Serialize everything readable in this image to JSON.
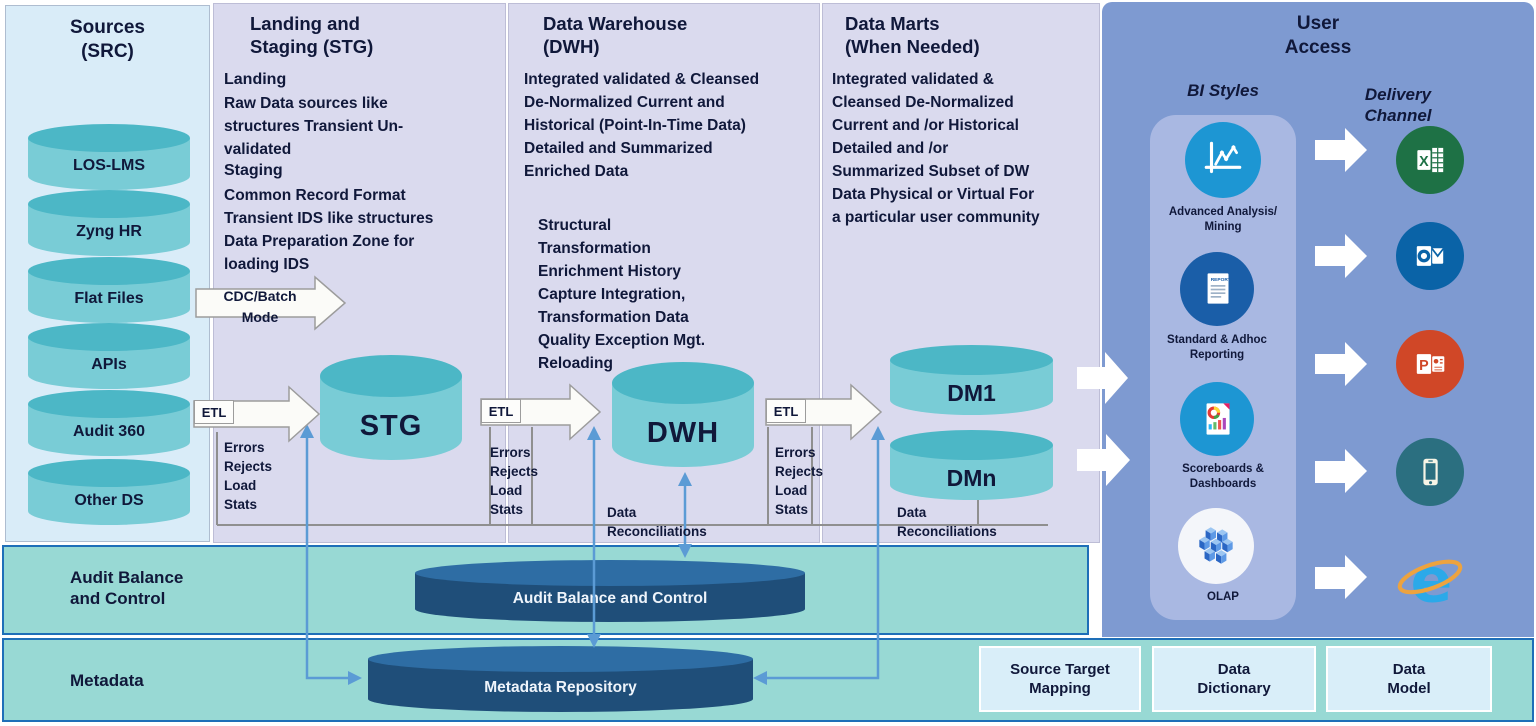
{
  "diagram": {
    "sources": {
      "title": "Sources\n(SRC)",
      "items": [
        "LOS-LMS",
        "Zyng HR",
        "Flat Files",
        "APIs",
        "Audit 360",
        "Other DS"
      ]
    },
    "stg": {
      "title": "Landing and\nStaging (STG)",
      "landing_h": "Landing",
      "landing_p": "Raw Data sources like\nstructures Transient Un-\nvalidated",
      "staging_h": "Staging",
      "staging_p": "Common Record Format\nTransient IDS like structures\nData Preparation Zone for\nloading IDS",
      "cyl": "STG"
    },
    "dwh": {
      "title": "Data Warehouse\n(DWH)",
      "p1": "Integrated validated & Cleansed\nDe-Normalized Current and\nHistorical (Point-In-Time Data)\nDetailed and Summarized\nEnriched Data",
      "p2": "Structural\nTransformation\nEnrichment History\nCapture Integration,\nTransformation Data\nQuality Exception Mgt.\nReloading",
      "cyl": "DWH"
    },
    "dm": {
      "title": "Data Marts\n(When Needed)",
      "p": "Integrated validated &\nCleansed De-Normalized\nCurrent and /or Historical\nDetailed and /or\nSummarized Subset of DW\nData Physical or Virtual For\na particular user community",
      "cyl1": "DM1",
      "cyl2": "DMn"
    },
    "ua": {
      "title": "User\nAccess",
      "bi_h": "BI Styles",
      "dc_h": "Delivery\nChannel",
      "report_text": "REPORT",
      "bi": [
        {
          "label": "Advanced Analysis/\nMining",
          "icon": "line-chart-icon"
        },
        {
          "label": "Standard & Adhoc\nReporting",
          "icon": "report-document-icon"
        },
        {
          "label": "Scoreboards &\nDashboards",
          "icon": "dashboard-document-icon"
        },
        {
          "label": "OLAP",
          "icon": "olap-cube-icon"
        }
      ],
      "delivery_icons": [
        "excel-icon",
        "outlook-icon",
        "powerpoint-icon",
        "mobile-phone-icon",
        "internet-explorer-icon"
      ]
    },
    "flow": {
      "cdc": "CDC/Batch\nMode",
      "etl": "ETL",
      "errors": "Errors\nRejects\nLoad\nStats",
      "recon": "Data\nReconciliations"
    },
    "bands": {
      "abc_label": "Audit Balance\nand Control",
      "abc_cyl": "Audit Balance and Control",
      "meta_label": "Metadata",
      "meta_cyl": "Metadata Repository",
      "boxes": [
        "Source Target\nMapping",
        "Data\nDictionary",
        "Data\nModel"
      ]
    },
    "colors": {
      "source_panel": "#d9ecf8",
      "lavender_panel": "#dadaee",
      "user_panel": "#7e9ad1",
      "bi_container": "#a9b8e2",
      "teal_band": "#98d9d4",
      "band_border": "#1e6fb8",
      "cylinder_body": "#79ccd6",
      "cylinder_top": "#4cb7c6",
      "dark_disk_body": "#1f4e79",
      "dark_disk_top": "#2e6da4",
      "connector_blue": "#5b9bd5",
      "connector_gray": "#8f8f8f",
      "text_navy": "#10183a",
      "excel_green": "#1e7145",
      "outlook_blue": "#0a63a7",
      "powerpoint_red": "#d04727",
      "phone_teal": "#2b6f80",
      "ie_blue": "#2ba9e9",
      "bi_light_blue": "#1d96d3",
      "bi_dark_blue": "#1a5ea8"
    }
  }
}
